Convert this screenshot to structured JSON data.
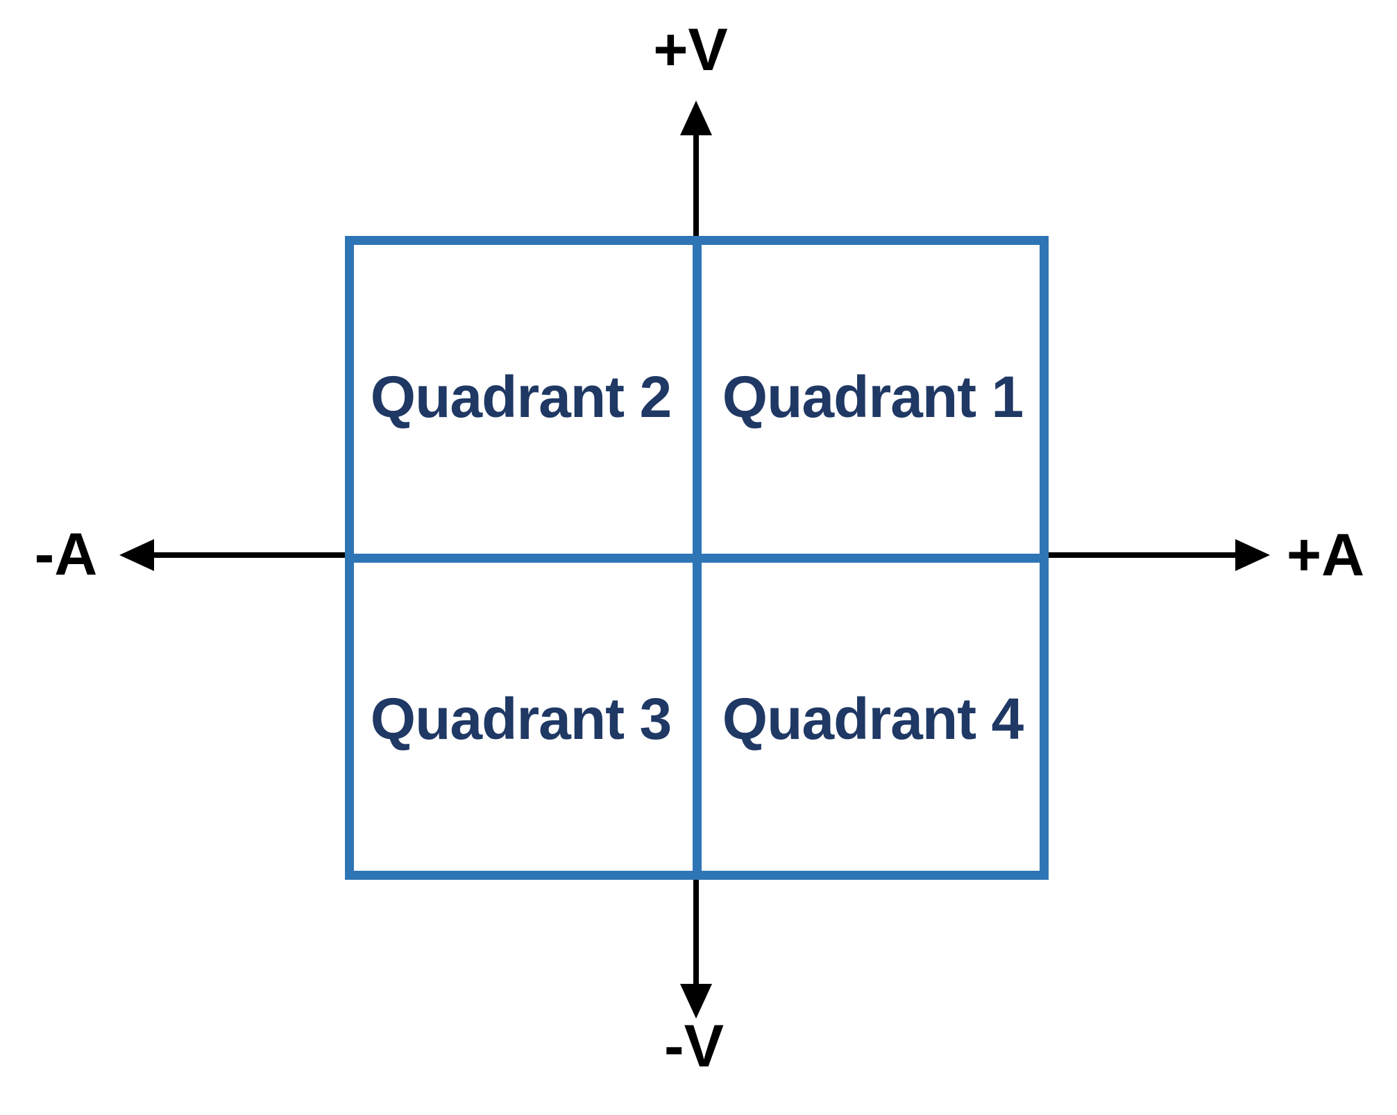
{
  "diagram": {
    "type": "four-quadrant-diagram",
    "quadrants": [
      {
        "id": 1,
        "label": "Quadrant 1",
        "position": "top-right"
      },
      {
        "id": 2,
        "label": "Quadrant 2",
        "position": "top-left"
      },
      {
        "id": 3,
        "label": "Quadrant 3",
        "position": "bottom-left"
      },
      {
        "id": 4,
        "label": "Quadrant 4",
        "position": "bottom-right"
      }
    ],
    "axes": {
      "top_label": "+V",
      "bottom_label": "-V",
      "left_label": "-A",
      "right_label": "+A"
    },
    "colors": {
      "box_border": "#2E75B6",
      "quadrant_text": "#1F3864",
      "axis": "#000000",
      "background": "#FFFFFF"
    }
  }
}
